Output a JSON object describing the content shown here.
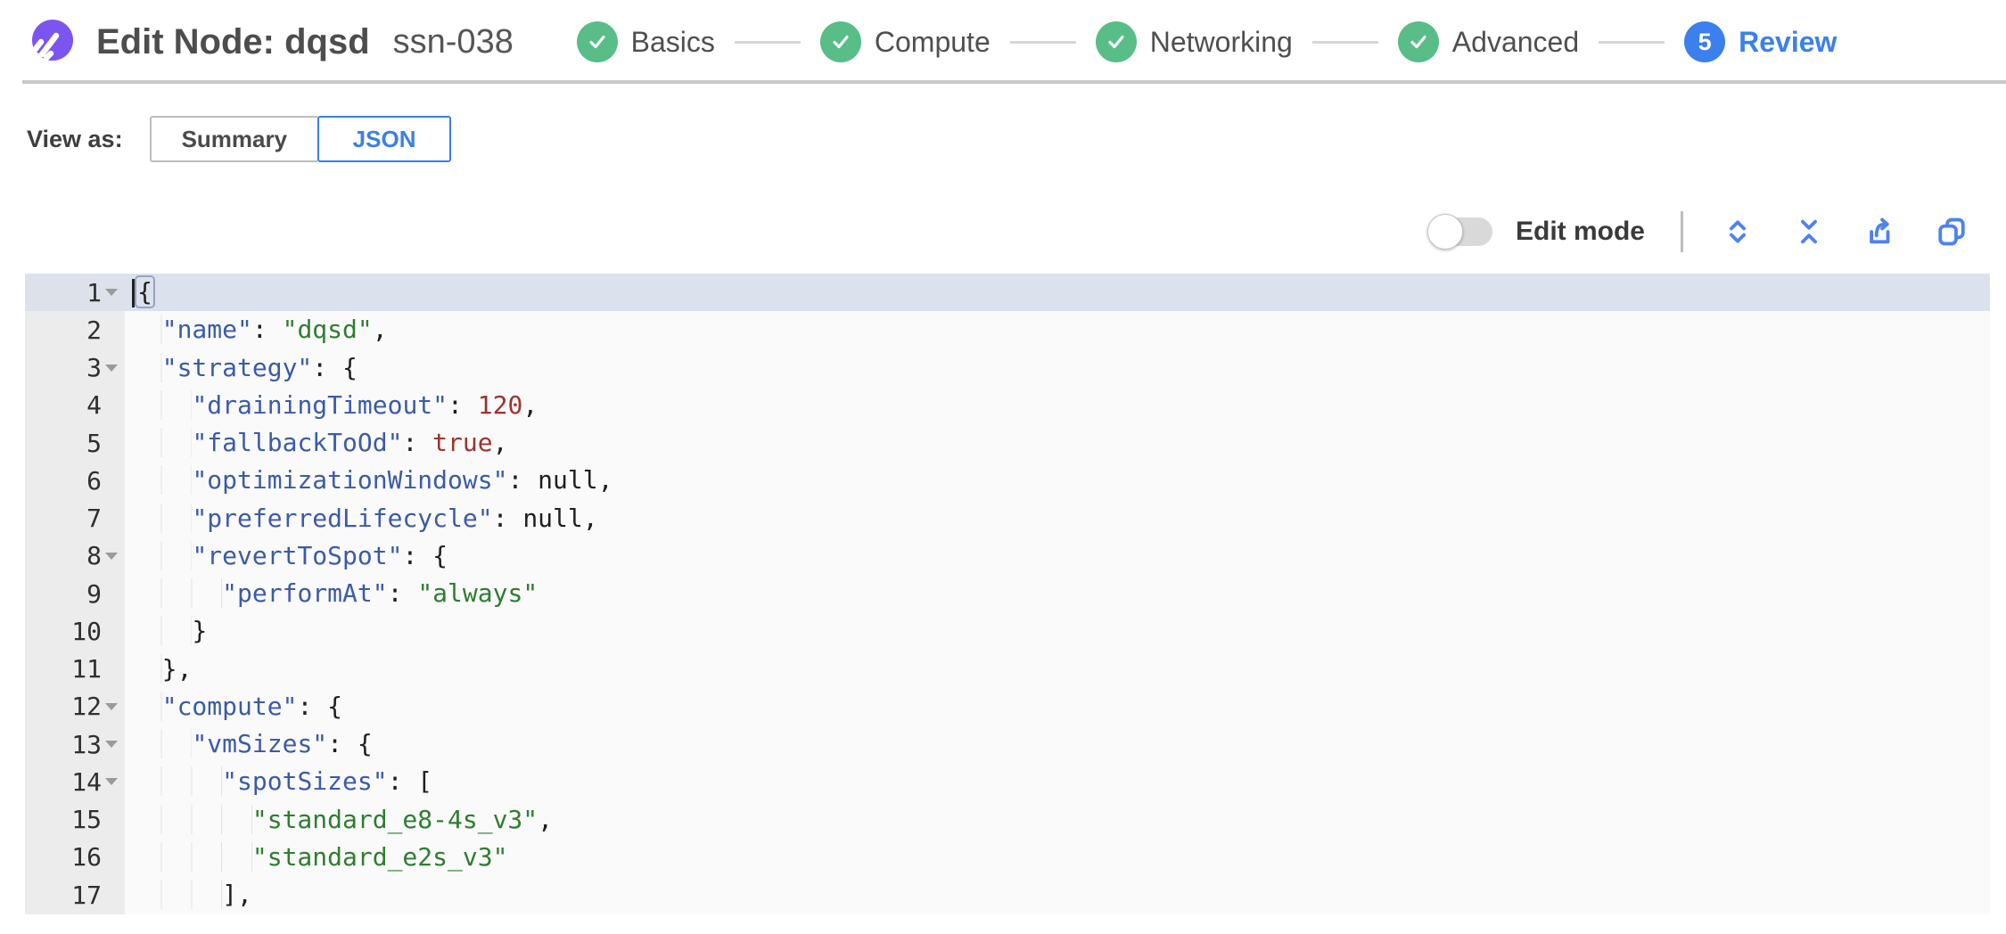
{
  "header": {
    "title": "Edit Node: dqsd",
    "subtitle": "ssn-038",
    "steps": [
      {
        "label": "Basics",
        "state": "done"
      },
      {
        "label": "Compute",
        "state": "done"
      },
      {
        "label": "Networking",
        "state": "done"
      },
      {
        "label": "Advanced",
        "state": "done"
      },
      {
        "label": "Review",
        "state": "current",
        "number": "5"
      }
    ]
  },
  "view_as": {
    "label": "View as:",
    "options": [
      {
        "label": "Summary",
        "selected": false
      },
      {
        "label": "JSON",
        "selected": true
      }
    ]
  },
  "toolbar": {
    "edit_mode_label": "Edit mode",
    "edit_mode_on": false,
    "icons": [
      "expand-icon",
      "collapse-icon",
      "export-icon",
      "copy-icon"
    ]
  },
  "colors": {
    "brand_purple": "#7c54f0",
    "step_done_green": "#58bd86",
    "step_current_blue": "#3b80ec",
    "accent_blue": "#3d7eea",
    "json_key": "#3b5ba9",
    "json_string": "#2f7d31",
    "json_number": "#9e322e"
  },
  "editor": {
    "lines": [
      {
        "num": 1,
        "fold": true,
        "active": true,
        "cursor": true,
        "tokens": [
          {
            "t": "brace",
            "v": "{",
            "match": true
          }
        ]
      },
      {
        "num": 2,
        "fold": false,
        "tokens": [
          {
            "t": "ws",
            "v": "  "
          },
          {
            "t": "key",
            "v": "\"name\""
          },
          {
            "t": "pun",
            "v": ": "
          },
          {
            "t": "str",
            "v": "\"dqsd\""
          },
          {
            "t": "pun",
            "v": ","
          }
        ]
      },
      {
        "num": 3,
        "fold": true,
        "tokens": [
          {
            "t": "ws",
            "v": "  "
          },
          {
            "t": "key",
            "v": "\"strategy\""
          },
          {
            "t": "pun",
            "v": ": {"
          }
        ]
      },
      {
        "num": 4,
        "fold": false,
        "tokens": [
          {
            "t": "ws",
            "v": "    "
          },
          {
            "t": "key",
            "v": "\"drainingTimeout\""
          },
          {
            "t": "pun",
            "v": ": "
          },
          {
            "t": "num",
            "v": "120"
          },
          {
            "t": "pun",
            "v": ","
          }
        ]
      },
      {
        "num": 5,
        "fold": false,
        "tokens": [
          {
            "t": "ws",
            "v": "    "
          },
          {
            "t": "key",
            "v": "\"fallbackToOd\""
          },
          {
            "t": "pun",
            "v": ": "
          },
          {
            "t": "num",
            "v": "true"
          },
          {
            "t": "pun",
            "v": ","
          }
        ]
      },
      {
        "num": 6,
        "fold": false,
        "tokens": [
          {
            "t": "ws",
            "v": "    "
          },
          {
            "t": "key",
            "v": "\"optimizationWindows\""
          },
          {
            "t": "pun",
            "v": ": "
          },
          {
            "t": "kw",
            "v": "null"
          },
          {
            "t": "pun",
            "v": ","
          }
        ]
      },
      {
        "num": 7,
        "fold": false,
        "tokens": [
          {
            "t": "ws",
            "v": "    "
          },
          {
            "t": "key",
            "v": "\"preferredLifecycle\""
          },
          {
            "t": "pun",
            "v": ": "
          },
          {
            "t": "kw",
            "v": "null"
          },
          {
            "t": "pun",
            "v": ","
          }
        ]
      },
      {
        "num": 8,
        "fold": true,
        "tokens": [
          {
            "t": "ws",
            "v": "    "
          },
          {
            "t": "key",
            "v": "\"revertToSpot\""
          },
          {
            "t": "pun",
            "v": ": {"
          }
        ]
      },
      {
        "num": 9,
        "fold": false,
        "tokens": [
          {
            "t": "ws",
            "v": "      "
          },
          {
            "t": "key",
            "v": "\"performAt\""
          },
          {
            "t": "pun",
            "v": ": "
          },
          {
            "t": "str",
            "v": "\"always\""
          }
        ]
      },
      {
        "num": 10,
        "fold": false,
        "tokens": [
          {
            "t": "ws",
            "v": "    "
          },
          {
            "t": "pun",
            "v": "}"
          }
        ]
      },
      {
        "num": 11,
        "fold": false,
        "tokens": [
          {
            "t": "ws",
            "v": "  "
          },
          {
            "t": "pun",
            "v": "},"
          }
        ]
      },
      {
        "num": 12,
        "fold": true,
        "tokens": [
          {
            "t": "ws",
            "v": "  "
          },
          {
            "t": "key",
            "v": "\"compute\""
          },
          {
            "t": "pun",
            "v": ": {"
          }
        ]
      },
      {
        "num": 13,
        "fold": true,
        "tokens": [
          {
            "t": "ws",
            "v": "    "
          },
          {
            "t": "key",
            "v": "\"vmSizes\""
          },
          {
            "t": "pun",
            "v": ": {"
          }
        ]
      },
      {
        "num": 14,
        "fold": true,
        "tokens": [
          {
            "t": "ws",
            "v": "      "
          },
          {
            "t": "key",
            "v": "\"spotSizes\""
          },
          {
            "t": "pun",
            "v": ": ["
          }
        ]
      },
      {
        "num": 15,
        "fold": false,
        "tokens": [
          {
            "t": "ws",
            "v": "        "
          },
          {
            "t": "str",
            "v": "\"standard_e8-4s_v3\""
          },
          {
            "t": "pun",
            "v": ","
          }
        ]
      },
      {
        "num": 16,
        "fold": false,
        "tokens": [
          {
            "t": "ws",
            "v": "        "
          },
          {
            "t": "str",
            "v": "\"standard_e2s_v3\""
          }
        ]
      },
      {
        "num": 17,
        "fold": false,
        "tokens": [
          {
            "t": "ws",
            "v": "      "
          },
          {
            "t": "pun",
            "v": "],"
          }
        ]
      }
    ]
  }
}
